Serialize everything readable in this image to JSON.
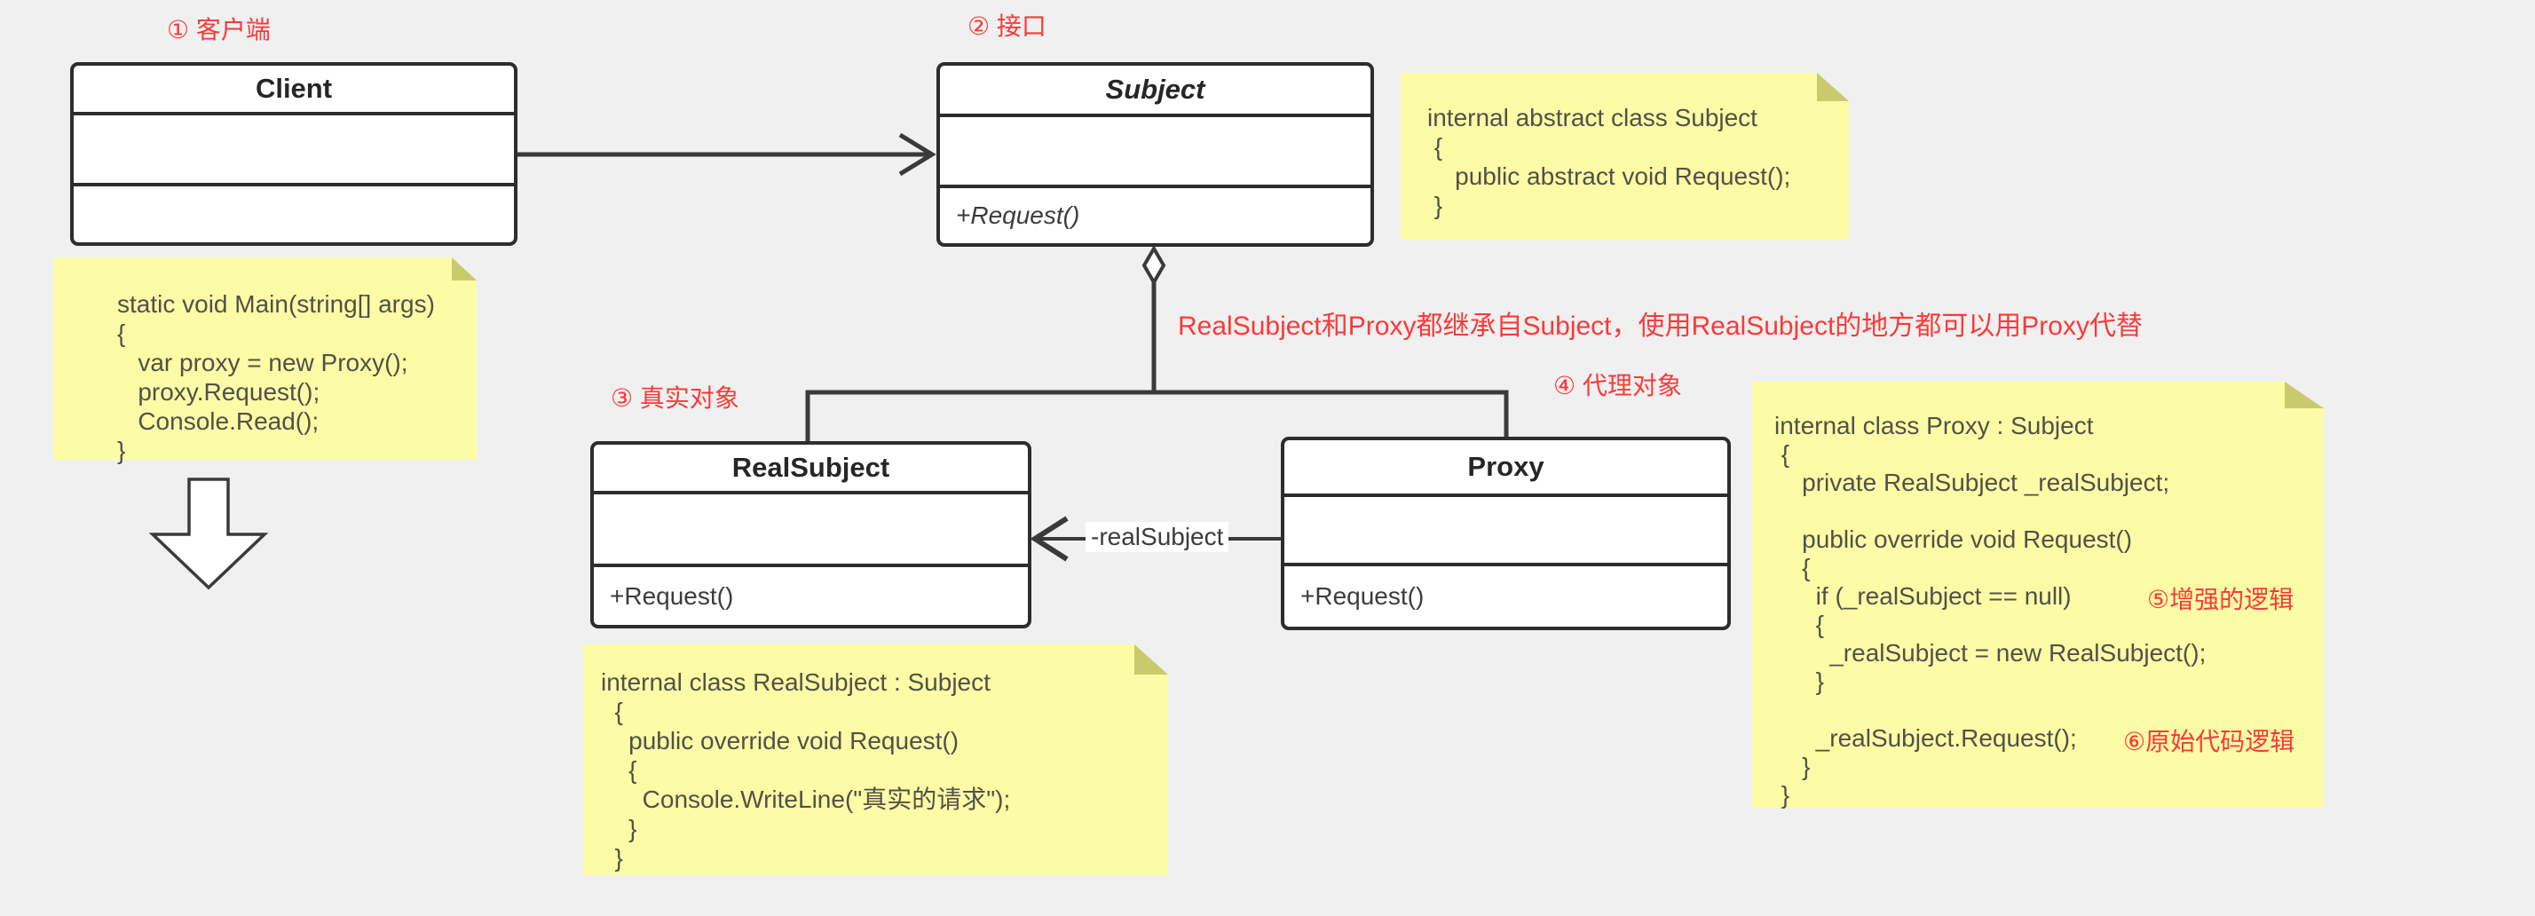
{
  "labels": {
    "client": "① 客户端",
    "interface": "② 接口",
    "real_object": "③ 真实对象",
    "proxy_object": "④ 代理对象"
  },
  "annotations": {
    "inheritance": "RealSubject和Proxy都继承自Subject，使用RealSubject的地方都可以用Proxy代替",
    "enhanced_logic": "⑤增强的逻辑",
    "original_logic": "⑥原始代码逻辑"
  },
  "classes": {
    "client": {
      "name": "Client"
    },
    "subject": {
      "name": "Subject",
      "method": "+Request()"
    },
    "real_subject": {
      "name": "RealSubject",
      "method": "+Request()"
    },
    "proxy": {
      "name": "Proxy",
      "method": "+Request()"
    }
  },
  "edges": {
    "proxy_field_label": "-realSubject"
  },
  "notes": {
    "client_main": "static void Main(string[] args)\n{\n   var proxy = new Proxy();\n   proxy.Request();\n   Console.Read();\n}",
    "subject_code": "internal abstract class Subject\n {\n    public abstract void Request();\n }",
    "real_subject_code": "internal class RealSubject : Subject\n  {\n    public override void Request()\n    {\n      Console.WriteLine(\"真实的请求\");\n    }\n  }",
    "proxy_code": "internal class Proxy : Subject\n {\n    private RealSubject _realSubject;\n\n    public override void Request()\n    {\n      if (_realSubject == null)\n      {\n        _realSubject = new RealSubject();\n      }\n\n      _realSubject.Request();\n    }\n }"
  },
  "colors": {
    "background": "#f0f0f0",
    "note_fill": "#fcfca6",
    "note_fold": "#c9c96e",
    "annotation_red": "#f93a3a",
    "line": "#3a3a3a",
    "box_border": "#2d2d2d"
  }
}
